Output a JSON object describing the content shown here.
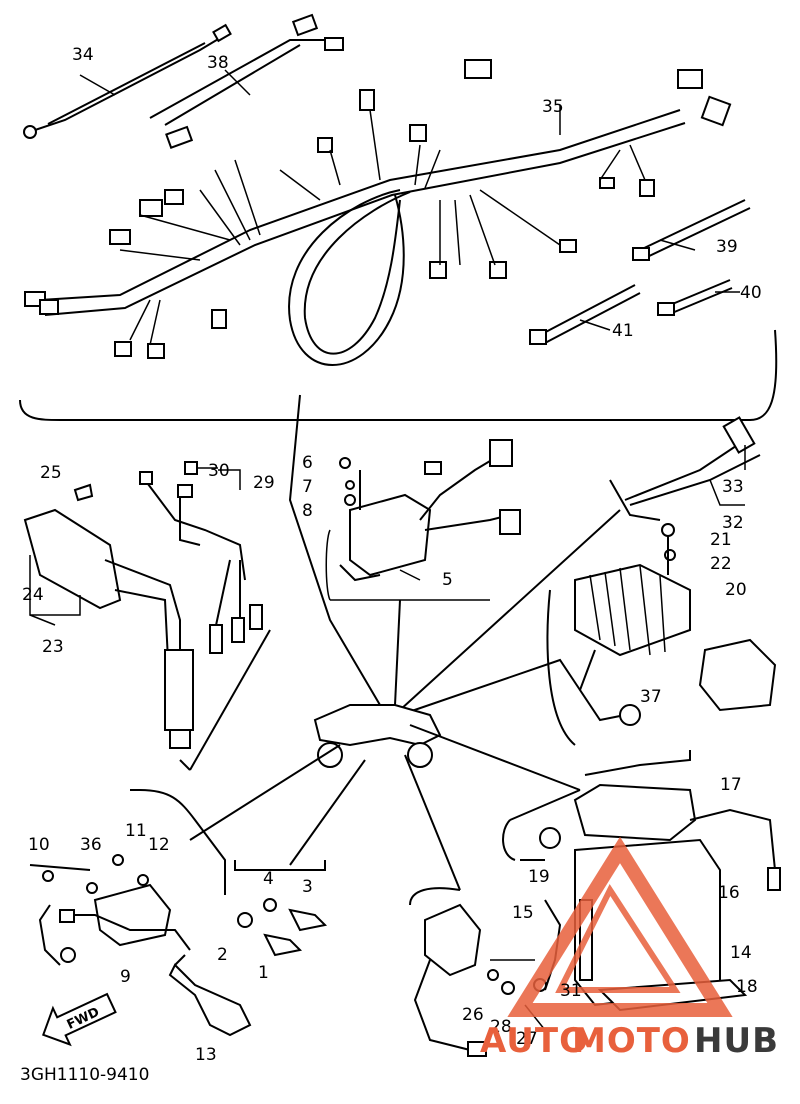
{
  "labels": {
    "p1": "1",
    "p2": "2",
    "p3": "3",
    "p4": "4",
    "p5": "5",
    "p6": "6",
    "p7": "7",
    "p8": "8",
    "p9": "9",
    "p10": "10",
    "p11": "11",
    "p12": "12",
    "p13": "13",
    "p14": "14",
    "p15": "15",
    "p16": "16",
    "p17": "17",
    "p18": "18",
    "p19": "19",
    "p20": "20",
    "p21": "21",
    "p22": "22",
    "p23": "23",
    "p24": "24",
    "p25": "25",
    "p26": "26",
    "p27": "27",
    "p28": "28",
    "p29": "29",
    "p30": "30",
    "p31": "31",
    "p32": "32",
    "p33": "33",
    "p34": "34",
    "p35": "35",
    "p36": "36",
    "p37": "37",
    "p38": "38",
    "p39": "39",
    "p40": "40",
    "p41": "41"
  },
  "direction_arrow": "FWD",
  "diagram_code": "3GH1110-9410",
  "watermark": {
    "part1": "AUTO",
    "part2": "MOTO",
    "part3": "HUB",
    "color_primary": "#e8603c",
    "color_dark": "#3a3a3a"
  }
}
